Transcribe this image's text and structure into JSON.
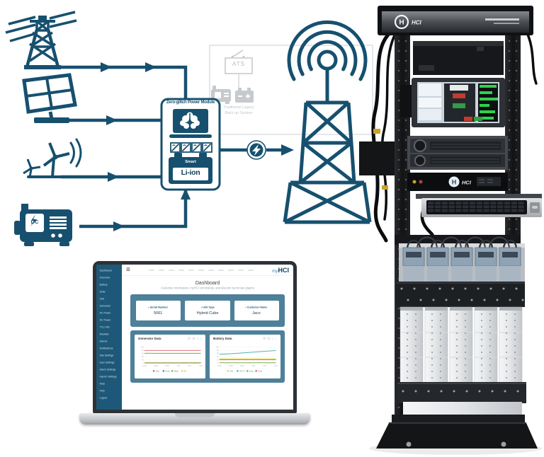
{
  "diagram": {
    "module": {
      "title": "Zero-glitch Power Module",
      "battery_label_small": "Smart",
      "battery_label_big": "Li-ion"
    },
    "legacy": {
      "ats_label": "ATS",
      "caption_line1": "Traditional Legacy",
      "caption_line2": "Back up System"
    },
    "sources": {
      "generator_label": "DC"
    },
    "colors": {
      "primary": "#17506F",
      "legacy_gray": "#c6cacd"
    }
  },
  "laptop": {
    "logo": {
      "prefix": "my",
      "brand": "HCI"
    },
    "menu_icon": "≡",
    "page_title": "Dashboard",
    "page_subtitle": "Customer information, myHCI commands, and telecom by minute graphs",
    "info_cards": [
      {
        "icon": "▪",
        "label": "Serial Number",
        "value": "5061"
      },
      {
        "icon": "▪",
        "label": "Unit Type",
        "value": "Hybrid Cube"
      },
      {
        "icon": "▪",
        "label": "Customer Name",
        "value": "Jaco"
      }
    ],
    "sidebar_items": [
      "Dashboard",
      "Overview",
      "Battery",
      "Solar",
      "Grid",
      "Generator",
      "AC Power",
      "DC Power",
      "TCU Info",
      "Weather",
      "Alarms",
      "Notifications",
      "Site Settings",
      "User Settings",
      "Alarm Settings",
      "myHCI Settings",
      "Help",
      "FAQ",
      "Logout"
    ],
    "chart_toolbar_icons": [
      "refresh",
      "zoom",
      "home",
      "download"
    ]
  },
  "rack": {
    "brand": "HCI",
    "logo_letter": "H"
  },
  "chart_data": [
    {
      "type": "line",
      "title": "Generator Data",
      "x": [
        "10:00",
        "11:00",
        "12:00",
        "1:00",
        "2:00",
        "3:00"
      ],
      "xlabel": "",
      "ylabel": "",
      "ylim": [
        0,
        100
      ],
      "yticks": [
        0,
        20,
        40,
        60,
        80,
        100
      ],
      "grid": true,
      "legend_position": "bottom",
      "series": [
        {
          "name": "Volts",
          "color": "#e05c6e",
          "values": [
            80,
            80,
            80,
            80,
            80,
            80
          ]
        },
        {
          "name": "Amps",
          "color": "#4a77c4",
          "values": [
            1,
            1,
            1,
            1,
            1,
            1
          ]
        },
        {
          "name": "Watts",
          "color": "#7cb342",
          "values": [
            62,
            62,
            62,
            62,
            62,
            62
          ]
        },
        {
          "name": "Hz",
          "color": "#e3cf4e",
          "values": [
            4,
            4,
            4,
            4,
            4,
            4
          ]
        }
      ]
    },
    {
      "type": "line",
      "title": "Battery Data",
      "x": [
        "10:00",
        "11:00",
        "12:00",
        "1:00",
        "2:00",
        "3:00"
      ],
      "xlabel": "",
      "ylabel": "",
      "ylim": [
        0,
        100
      ],
      "yticks": [
        0,
        20,
        40,
        60,
        80,
        100
      ],
      "grid": true,
      "legend_position": "bottom",
      "series": [
        {
          "name": "Volts",
          "color": "#e3cf4e",
          "values": [
            28,
            28,
            28,
            28,
            28,
            28
          ]
        },
        {
          "name": "SOC %",
          "color": "#52b7ae",
          "values": [
            55,
            59,
            64,
            69,
            74,
            79
          ]
        },
        {
          "name": "Amps",
          "color": "#7cb342",
          "values": [
            2,
            2,
            2,
            2,
            2,
            2
          ]
        },
        {
          "name": "Temp",
          "color": "#d45d8f",
          "values": [
            21,
            21,
            21,
            21,
            21,
            21
          ]
        }
      ]
    }
  ]
}
